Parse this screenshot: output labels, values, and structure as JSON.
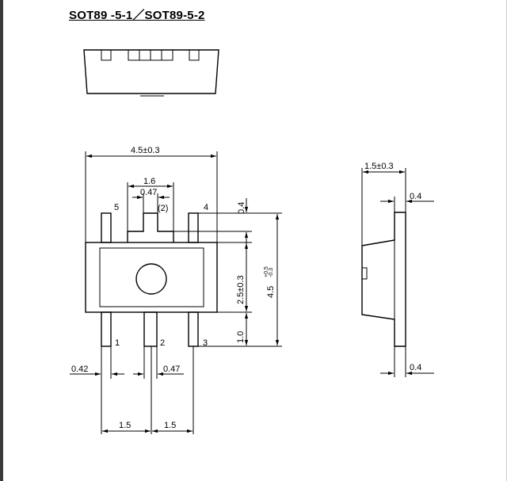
{
  "title": "SOT89 -5-1／SOT89-5-2",
  "dimensions": {
    "overall_width": "4.5±0.3",
    "tab_width": "1.6",
    "tab_lead_width": "0.47",
    "tab_label": "(2)",
    "top_lead_length": "0.4",
    "body_height": "2.5±0.3",
    "total_height": "4.5",
    "total_height_tol_plus": "+0.5",
    "total_height_tol_minus": "-0.3",
    "bottom_lead_length": "1.0",
    "lead_width_1": "0.42",
    "lead_width_2": "0.47",
    "pitch_left": "1.5",
    "pitch_right": "1.5",
    "side_thickness": "1.5±0.3",
    "side_lead_top": "0.4",
    "side_lead_bottom": "0.4"
  },
  "pins": [
    "5",
    "4",
    "1",
    "2",
    "3"
  ]
}
